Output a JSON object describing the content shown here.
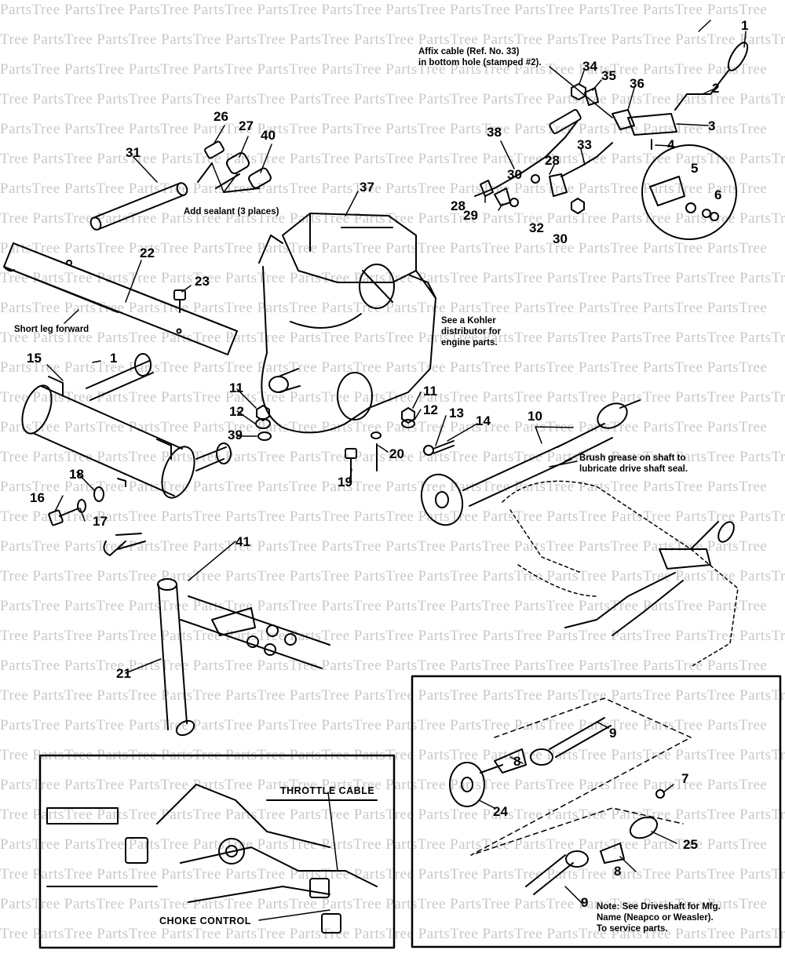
{
  "watermark": {
    "text": "PartsTree"
  },
  "callouts": [
    {
      "id": "c1a",
      "label": "1"
    },
    {
      "id": "c1b",
      "label": "1"
    },
    {
      "id": "c2",
      "label": "2"
    },
    {
      "id": "c3",
      "label": "3"
    },
    {
      "id": "c4",
      "label": "4"
    },
    {
      "id": "c5",
      "label": "5"
    },
    {
      "id": "c6",
      "label": "6"
    },
    {
      "id": "c7",
      "label": "7"
    },
    {
      "id": "c8a",
      "label": "8"
    },
    {
      "id": "c8b",
      "label": "8"
    },
    {
      "id": "c9a",
      "label": "9"
    },
    {
      "id": "c9b",
      "label": "9"
    },
    {
      "id": "c10",
      "label": "10"
    },
    {
      "id": "c11a",
      "label": "11"
    },
    {
      "id": "c11b",
      "label": "11"
    },
    {
      "id": "c12a",
      "label": "12"
    },
    {
      "id": "c12b",
      "label": "12"
    },
    {
      "id": "c13",
      "label": "13"
    },
    {
      "id": "c14",
      "label": "14"
    },
    {
      "id": "c15",
      "label": "15"
    },
    {
      "id": "c16",
      "label": "16"
    },
    {
      "id": "c17",
      "label": "17"
    },
    {
      "id": "c18",
      "label": "18"
    },
    {
      "id": "c19",
      "label": "19"
    },
    {
      "id": "c20",
      "label": "20"
    },
    {
      "id": "c21",
      "label": "21"
    },
    {
      "id": "c22",
      "label": "22"
    },
    {
      "id": "c23",
      "label": "23"
    },
    {
      "id": "c24",
      "label": "24"
    },
    {
      "id": "c25",
      "label": "25"
    },
    {
      "id": "c26",
      "label": "26"
    },
    {
      "id": "c27",
      "label": "27"
    },
    {
      "id": "c28a",
      "label": "28"
    },
    {
      "id": "c28b",
      "label": "28"
    },
    {
      "id": "c29",
      "label": "29"
    },
    {
      "id": "c30a",
      "label": "30"
    },
    {
      "id": "c30b",
      "label": "30"
    },
    {
      "id": "c31",
      "label": "31"
    },
    {
      "id": "c32",
      "label": "32"
    },
    {
      "id": "c33",
      "label": "33"
    },
    {
      "id": "c34",
      "label": "34"
    },
    {
      "id": "c35",
      "label": "35"
    },
    {
      "id": "c36",
      "label": "36"
    },
    {
      "id": "c37",
      "label": "37"
    },
    {
      "id": "c38",
      "label": "38"
    },
    {
      "id": "c39",
      "label": "39"
    },
    {
      "id": "c40",
      "label": "40"
    },
    {
      "id": "c41",
      "label": "41"
    }
  ],
  "notes": {
    "affix_cable": "Affix cable (Ref. No. 33)\nin bottom hole (stamped #2).",
    "add_sealant": "Add sealant (3 places)",
    "short_leg": "Short leg forward",
    "kohler": "See a Kohler\ndistributor for\nengine parts.",
    "brush_grease": "Brush grease on shaft to\nlubricate drive shaft seal.",
    "driveshaft_note": "Note: See Driveshaft for Mfg.\nName (Neapco or Weasler).\nTo service parts."
  },
  "inset_labels": {
    "throttle_cable": "THROTTLE CABLE",
    "choke_control": "CHOKE CONTROL"
  }
}
